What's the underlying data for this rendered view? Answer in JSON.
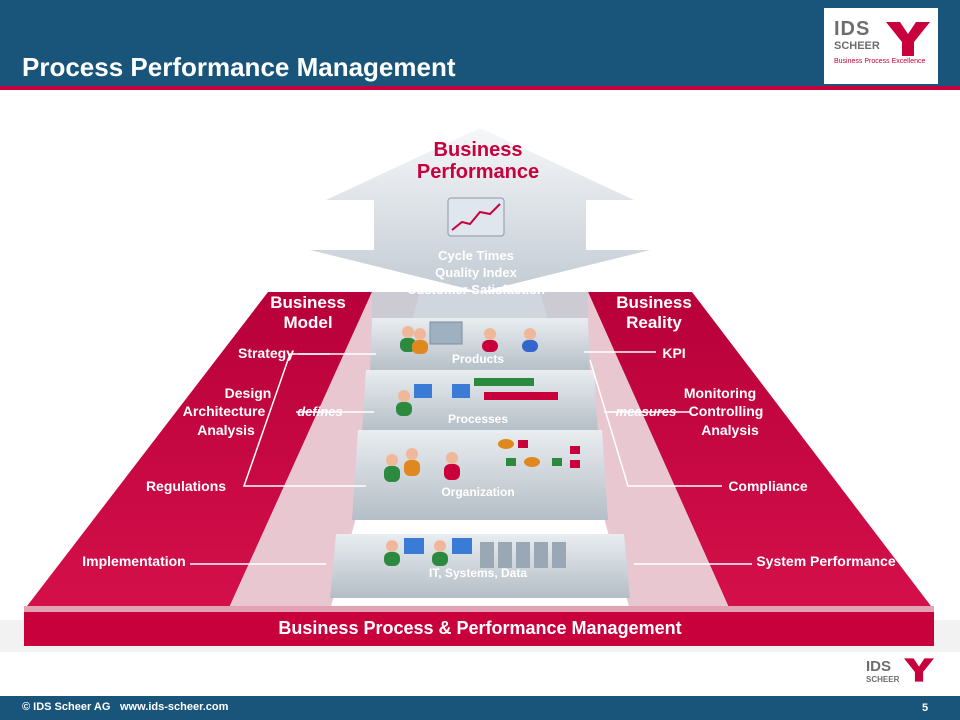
{
  "header": {
    "title": "Process Performance Management"
  },
  "logo": {
    "ids": "IDS",
    "scheer": "SCHEER",
    "tagline": "Business Process Excellence"
  },
  "diagram": {
    "top_arrow": [
      "Business",
      "Performance"
    ],
    "metrics": [
      "Cycle Times",
      "Quality Index",
      "Customer Satisfaction"
    ],
    "left_title": [
      "Business",
      "Model"
    ],
    "right_title": [
      "Business",
      "Reality"
    ],
    "left_items": {
      "strategy": "Strategy",
      "design": [
        "Design",
        "Architecture",
        "Analysis"
      ],
      "regulations": "Regulations",
      "implementation": "Implementation"
    },
    "right_items": {
      "kpi": "KPI",
      "monitoring": [
        "Monitoring",
        "Controlling",
        "Analysis"
      ],
      "compliance": "Compliance",
      "system_performance": "System Performance"
    },
    "defines": "defines",
    "measures": "measures",
    "layers": [
      "Products",
      "Processes",
      "Organization",
      "IT, Systems, Data"
    ],
    "base": "Business Process & Performance Management"
  },
  "footer": {
    "copyright": "© IDS Scheer AG",
    "url": "www.ids-scheer.com",
    "page": "5"
  },
  "colors": {
    "brand_blue": "#19557a",
    "brand_red": "#c8003c",
    "logo_grey": "#6d6e71"
  }
}
